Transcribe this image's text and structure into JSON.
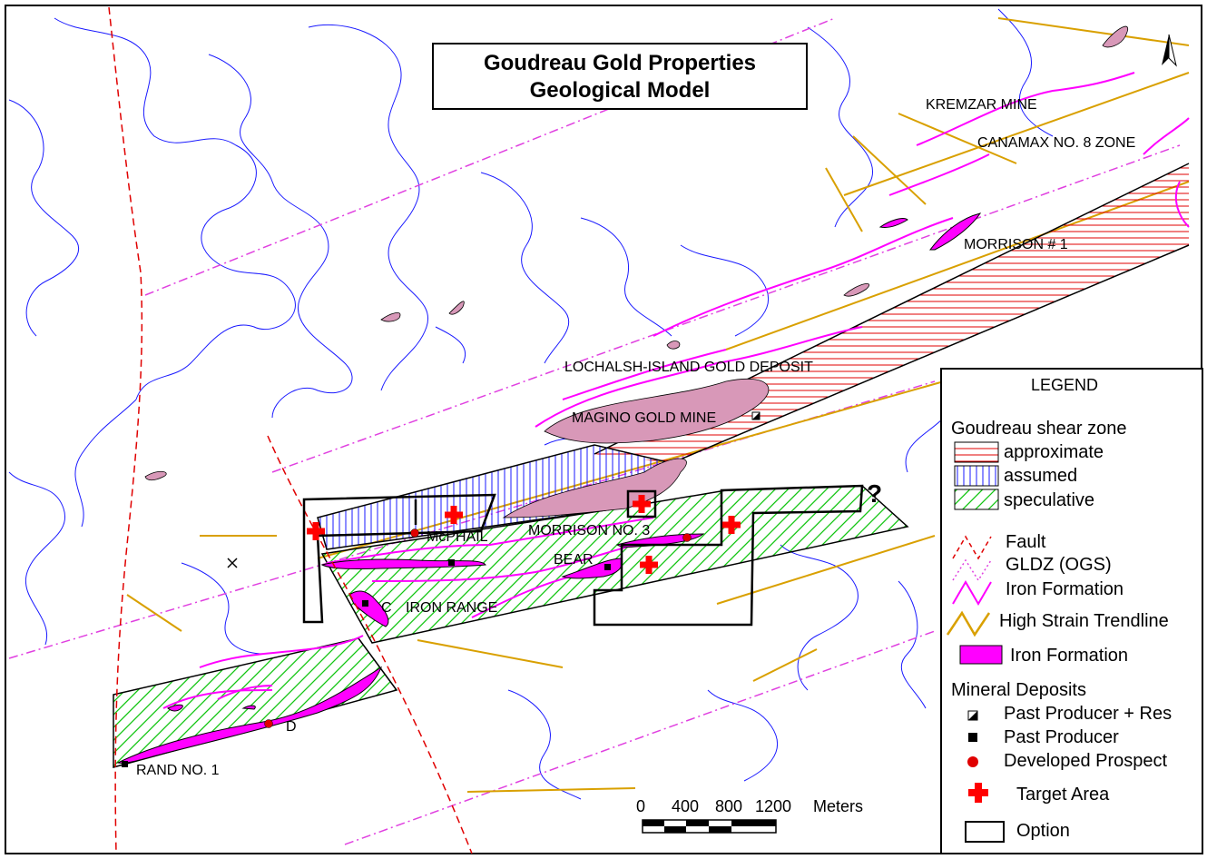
{
  "title": {
    "line1": "Goudreau Gold Properties",
    "line2": "Geological Model"
  },
  "labels": {
    "kremzar": "KREMZAR MINE",
    "canamax": "CANAMAX NO. 8 ZONE",
    "morrison1": "MORRISON # 1",
    "lochalsh": "LOCHALSH-ISLAND GOLD DEPOSIT",
    "magino": "MAGINO GOLD MINE",
    "mcphail": "McPHAIL",
    "morrison3": "MORRISON NO. 3",
    "bear": "BEAR",
    "c_marker": "C",
    "iron_range": "IRON RANGE",
    "d_marker": "D",
    "rand1": "RAND NO. 1",
    "question": "?"
  },
  "legend": {
    "title": "LEGEND",
    "shear_heading": "Goudreau shear zone",
    "approximate": "approximate",
    "assumed": "assumed",
    "speculative": "speculative",
    "fault": "Fault",
    "gldz": "GLDZ (OGS)",
    "iron_formation_line": "Iron Formation",
    "high_strain": "High Strain Trendline",
    "iron_formation_area": "Iron Formation",
    "mineral_heading": "Mineral Deposits",
    "past_producer_res": "Past Producer + Res",
    "past_producer": "Past Producer",
    "developed_prospect": "Developed Prospect",
    "target_area": "Target Area",
    "option": "Option"
  },
  "scale": {
    "ticks": [
      "0",
      "400",
      "800",
      "1200"
    ],
    "unit": "Meters"
  },
  "colors": {
    "water": "#1a1aff",
    "fault": "#e00000",
    "gldz": "#e040e0",
    "iron_formation": "#ff00ff",
    "high_strain": "#d9a000",
    "deposit_fill": "#d898b8",
    "approximate_hatch": "#e00000",
    "assumed_hatch": "#1a1aff",
    "speculative_hatch": "#00c000",
    "target": "#ff0000",
    "outline": "#000000"
  },
  "icons": {
    "north": "north-arrow-icon",
    "mine": "crossed-hammers-icon"
  }
}
